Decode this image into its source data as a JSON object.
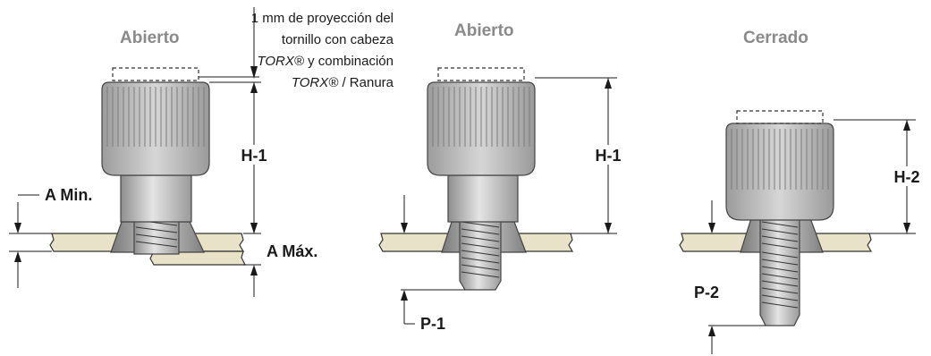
{
  "titles": {
    "left": "Abierto",
    "middle": "Abierto",
    "right": "Cerrado"
  },
  "note": {
    "line1": "1 mm de proyección del",
    "line2": "tornillo con cabeza",
    "line3_italic": "TORX®",
    "line3_rest": " y combinación",
    "line4_italic": "TORX®",
    "line4_rest": " / Ranura"
  },
  "labels": {
    "h1_left": "H-1",
    "h1_middle": "H-1",
    "h2": "H-2",
    "a_min": "A Min.",
    "a_max": "A Máx.",
    "p1": "P-1",
    "p2": "P-2"
  },
  "colors": {
    "panel": "#e8e2c9",
    "title": "#8a8a8a",
    "metal_dark": "#8e8e8e",
    "metal_light": "#e4e4e4"
  }
}
